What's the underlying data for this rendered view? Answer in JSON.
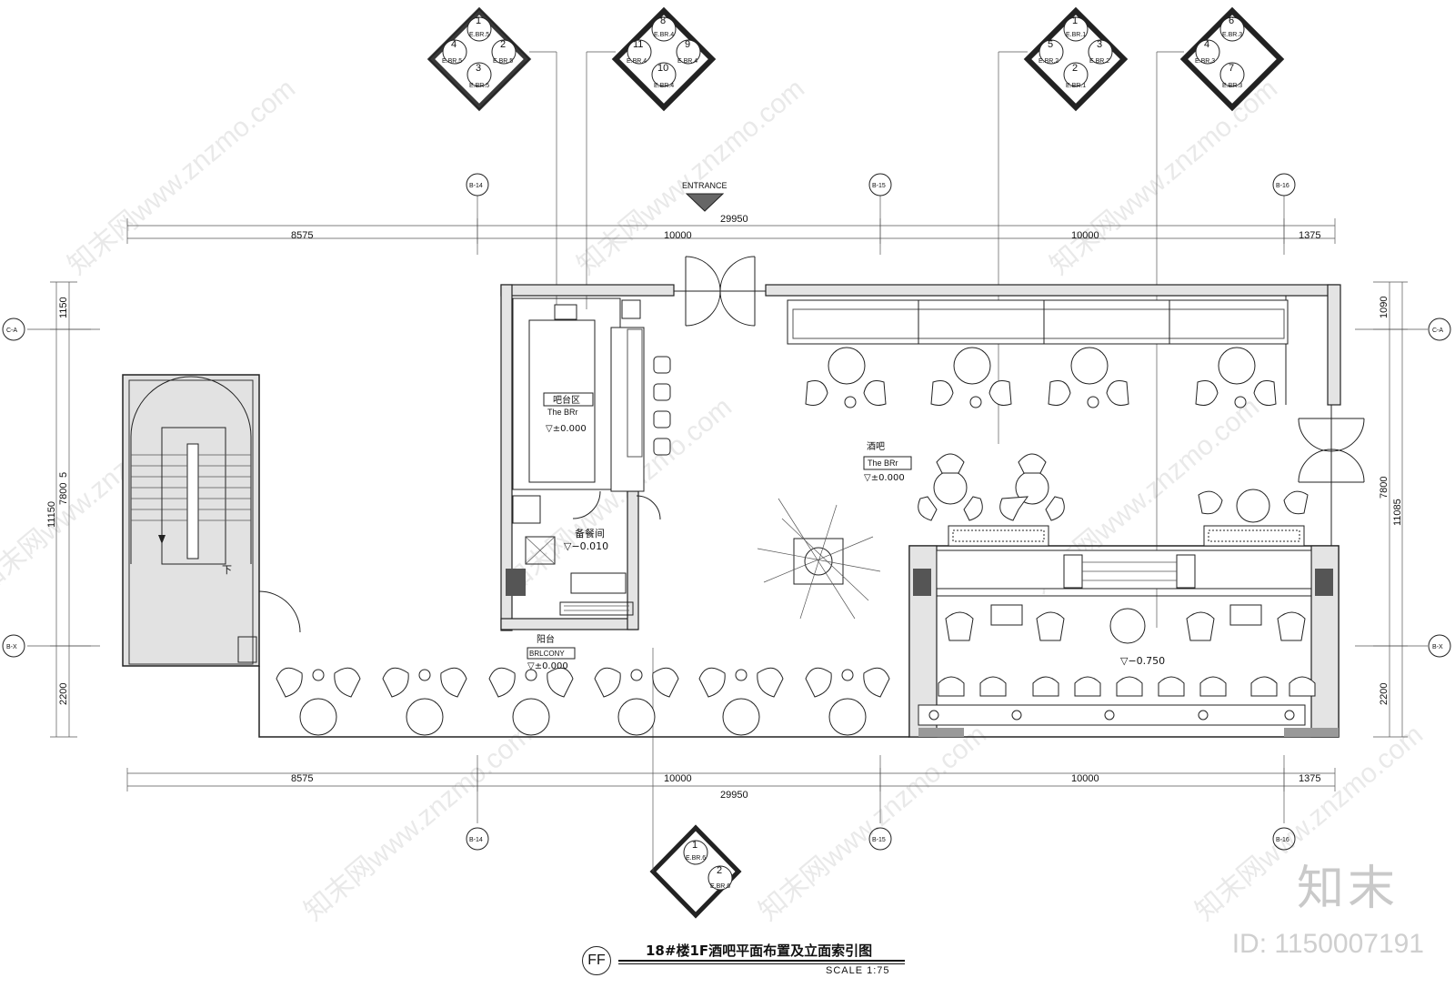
{
  "drawing": {
    "title": "18#楼1F酒吧平面布置及立面索引图",
    "sheet_mark": "FF",
    "scale": "SCALE 1:75",
    "brand": "知末",
    "id_text": "ID: 1150007191",
    "watermark": "知末网www.znzmo.com"
  },
  "labels": {
    "entrance": "ENTRANCE",
    "bar_area_cn": "吧台区",
    "bar_area_en": "The BRr",
    "bar_area_level": "▽±0.000",
    "pantry_cn": "备餐间",
    "pantry_level": "▽−0.010",
    "main_bar_cn": "酒吧",
    "main_bar_en": "The BRr",
    "main_bar_level": "▽±0.000",
    "balcony_cn": "阳台",
    "balcony_en": "BRLCONY",
    "balcony_level": "▽±0.000",
    "lounge_level": "▽−0.750",
    "stair_down": "下"
  },
  "grid_axes": {
    "vertical": [
      "B-14",
      "B-15",
      "B-16"
    ],
    "horizontal": [
      "C-A",
      "B-X"
    ]
  },
  "dimensions": {
    "top_segments": [
      "8575",
      "10000",
      "10000",
      "1375"
    ],
    "top_total": "29950",
    "bottom_segments": [
      "8575",
      "10000",
      "10000",
      "1375"
    ],
    "bottom_total": "29950",
    "left_segments": [
      "1150",
      "7800",
      "2200"
    ],
    "left_total": "11150",
    "left_overlap": "5",
    "right_segments": [
      "1090",
      "7800",
      "2200"
    ],
    "right_total": "11085"
  },
  "index_symbols": [
    {
      "top": "1",
      "left": "4",
      "right": "2",
      "bottom": "3",
      "ref": "E.BR.5"
    },
    {
      "top": "8",
      "left": "11",
      "right": "9",
      "bottom": "10",
      "ref": "E.BR.4"
    },
    {
      "top": "1",
      "left": "5",
      "right": "3",
      "bottom": "2",
      "ref_top": "E.BR.1",
      "ref_side": "E.BR.2"
    },
    {
      "top": "6",
      "left": "4",
      "bottom": "7",
      "ref": "E.BR.3"
    },
    {
      "top": "1",
      "bottom": "2",
      "ref": "E.BR.6"
    }
  ]
}
